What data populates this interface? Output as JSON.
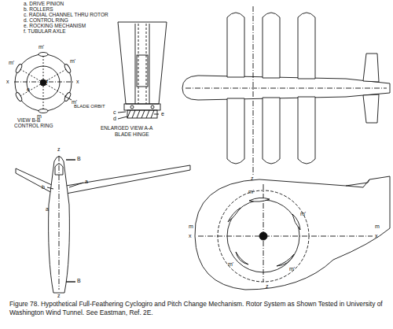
{
  "diagram": {
    "caption": "Figure 78. Hypothetical Full-Feathering Cyclogiro and Pitch Change Mechanism. Rotor System as Shown Tested in University of Washington Wind Tunnel. See Eastman, Ref. 2E.",
    "labels": [
      "a. DRIVE PINION",
      "b. ROLLERS",
      "c. RADIAL CHANNEL THRU ROTOR",
      "d. CONTROL RING",
      "e. ROCKING MECHANISM",
      "f. TUBULAR AXLE",
      "m'",
      "m'",
      "m'",
      "m'",
      "x",
      "x",
      "m",
      "f",
      "e",
      "VIEW B-B",
      "CONTROL RING",
      "BLADE ORBIT",
      "c",
      "d",
      "e",
      "ENLARGED VIEW A-A",
      "BLADE HINGE",
      "z",
      "B",
      "a",
      "b",
      "a",
      "B",
      "z",
      "z",
      "m",
      "x",
      "m'",
      "m'",
      "m'",
      "m'",
      "x",
      "m",
      "z"
    ]
  }
}
